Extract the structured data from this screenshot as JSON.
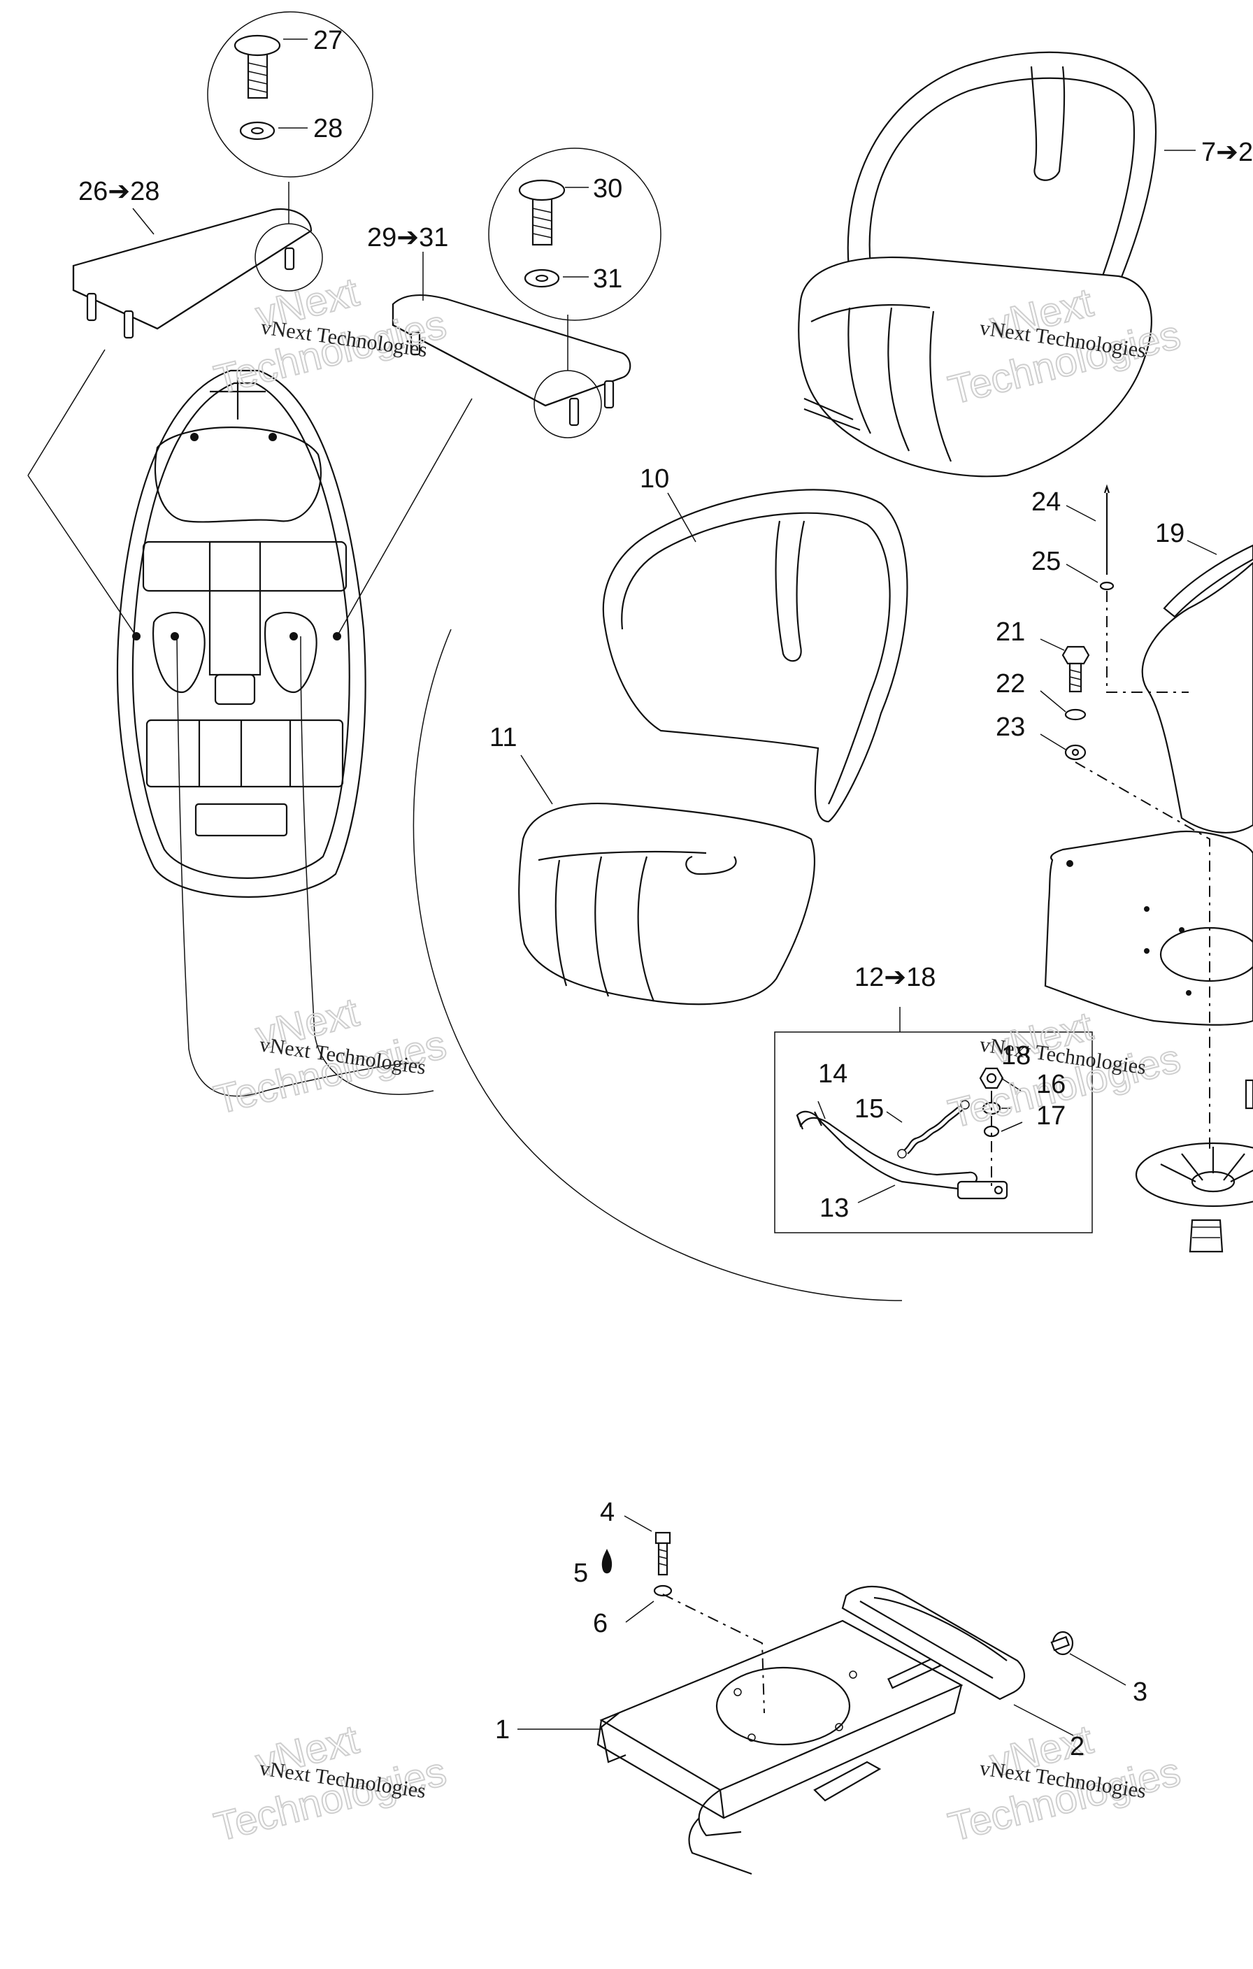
{
  "callouts": {
    "c1": "1",
    "c2": "2",
    "c3": "3",
    "c4": "4",
    "c5": "5",
    "c6": "6",
    "c7": "7➔2",
    "c10": "10",
    "c11": "11",
    "c12": "12➔18",
    "c13": "13",
    "c14": "14",
    "c15": "15",
    "c16": "16",
    "c17": "17",
    "c18": "18",
    "c19": "19",
    "c21": "21",
    "c22": "22",
    "c23": "23",
    "c24": "24",
    "c25": "25",
    "c26": "26➔28",
    "c27": "27",
    "c28": "28",
    "c29": "29➔31",
    "c30": "30",
    "c31": "31"
  },
  "watermark": {
    "line1": "vNext",
    "line2": "Technologies",
    "small": "vNext Technologies"
  },
  "colors": {
    "ink": "#111111",
    "watermark": "#cfcfcf",
    "background": "#ffffff"
  }
}
